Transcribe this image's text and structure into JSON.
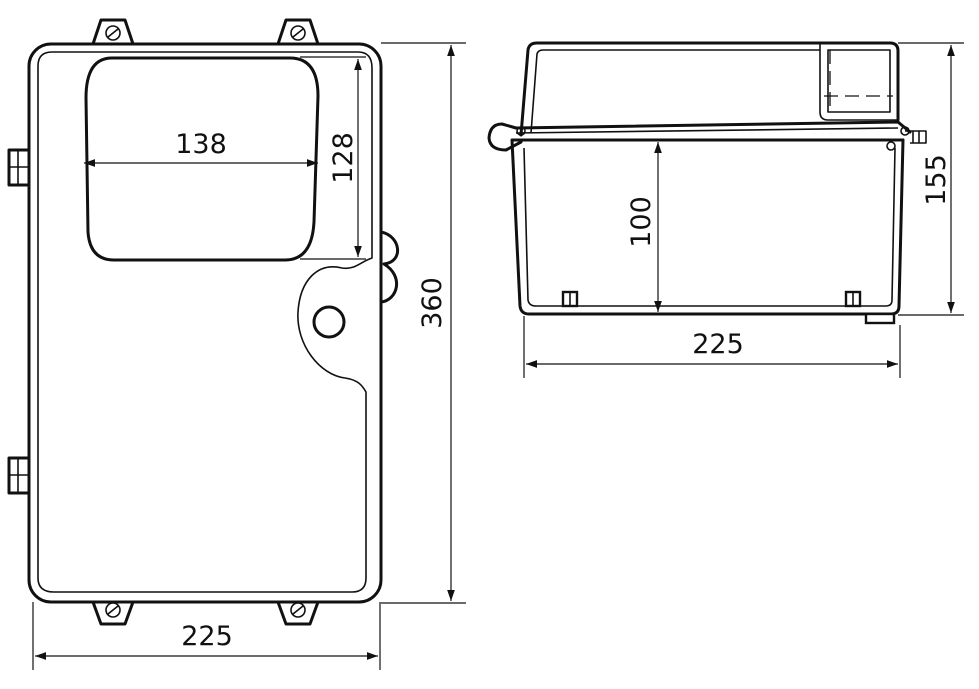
{
  "front_view": {
    "window_width": "138",
    "window_height": "128",
    "overall_height": "360",
    "overall_width": "225"
  },
  "side_view": {
    "inner_depth": "100",
    "overall_height": "155",
    "overall_width": "225"
  }
}
